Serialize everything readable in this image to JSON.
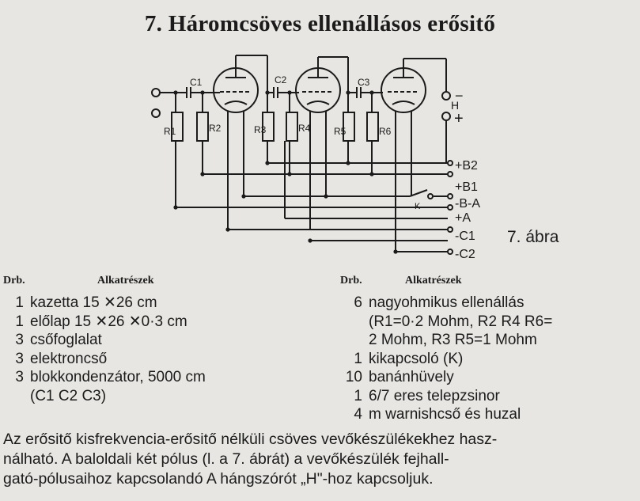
{
  "title": "7. Háromcsöves ellenállásos erősitő",
  "figure_caption": "7. ábra",
  "schematic_labels": {
    "c1": "C1",
    "c2": "C2",
    "c3": "C3",
    "r1": "R1",
    "r2": "R2",
    "r3": "R3",
    "r4": "R4",
    "r5": "R5",
    "r6": "R6",
    "h": "H",
    "minus": "−",
    "plus": "+",
    "k": "K",
    "b2": "+B2",
    "b1": "+B1",
    "b_neg": "-B-A",
    "a_pos": "+A",
    "c1_term": "-C1",
    "c2_term": "-C2"
  },
  "left_table": {
    "col_qty": "Drb.",
    "col_parts": "Alkatrészek",
    "rows": [
      {
        "qty": "1",
        "text": "kazetta 15 ✕26 cm"
      },
      {
        "qty": "1",
        "text": "előlap 15 ✕26 ✕0·3 cm"
      },
      {
        "qty": "3",
        "text": "csőfoglalat"
      },
      {
        "qty": "3",
        "text": "elektroncső"
      },
      {
        "qty": "3",
        "text": "blokkondenzátor, 5000 cm"
      },
      {
        "qty": "",
        "text": "(C1 C2 C3)"
      }
    ]
  },
  "right_table": {
    "col_qty": "Drb.",
    "col_parts": "Alkatrészek",
    "rows": [
      {
        "qty": "6",
        "text": "nagyohmikus ellenállás"
      },
      {
        "qty": "",
        "text": "(R1=0·2 Mohm, R2 R4 R6="
      },
      {
        "qty": "",
        "text": "2 Mohm, R3 R5=1 Mohm"
      },
      {
        "qty": "1",
        "text": "kikapcsoló (K)"
      },
      {
        "qty": "10",
        "text": "banánhüvely"
      },
      {
        "qty": "1",
        "text": "6/7 eres telepzsinor"
      },
      {
        "qty": "4",
        "text": "m warnishcső és huzal"
      }
    ]
  },
  "paragraph": {
    "line1": "Az erősitő kisfrekvencia-erősitő nélküli csöves vevőkészülékekhez hasz-",
    "line2": "nálható. A baloldali két pólus (l. a 7. ábrát) a vevőkészülék fejhall-",
    "line3": "gató-pólusaihoz kapcsolandó A hángszórót „H\"-hoz kapcsoljuk."
  }
}
